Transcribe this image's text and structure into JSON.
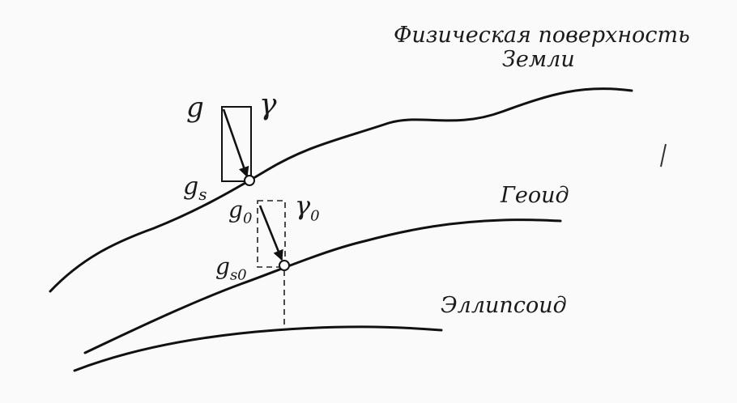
{
  "labels": {
    "surface_line1": "Физическая поверхность",
    "surface_line2": "Земли",
    "geoid": "Геоид",
    "ellipsoid": "Эллипсоид",
    "g": "g",
    "gamma": "γ",
    "g_s": "g",
    "g_s_sub": "s",
    "g_0": "g",
    "g_0_sub": "0",
    "gamma_0": "γ",
    "gamma_0_sub": "0",
    "g_s0": "g",
    "g_s0_sub": "s0"
  }
}
